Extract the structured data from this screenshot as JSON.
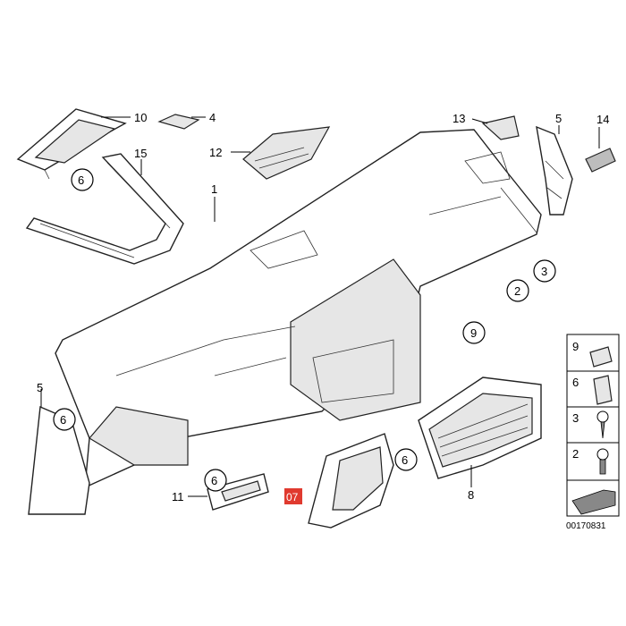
{
  "callouts": {
    "c10": "10",
    "c4": "4",
    "c15": "15",
    "c12": "12",
    "c1": "1",
    "c13": "13",
    "c5_top": "5",
    "c14": "14",
    "c3": "3",
    "c2": "2",
    "c9": "9",
    "c5_left": "5",
    "c11": "11",
    "c8": "8"
  },
  "circled": {
    "o6_topleft": "6",
    "o6_left": "6",
    "o6_bottom": "6",
    "o6_vent": "6",
    "o3": "3",
    "o2": "2",
    "o9": "9"
  },
  "highlight_label": "07",
  "highlight_color": "#e03a2f",
  "legend": {
    "items": [
      "9",
      "6",
      "3",
      "2"
    ],
    "diagram_id": "00170831"
  }
}
